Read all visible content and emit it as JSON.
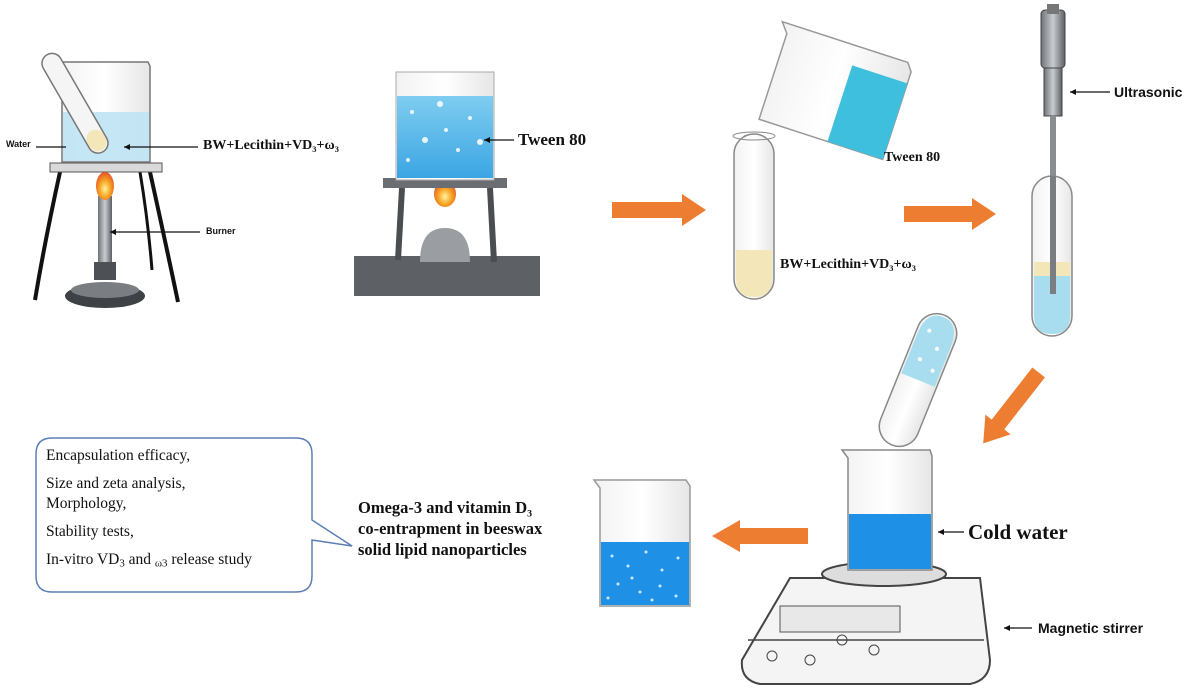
{
  "labels": {
    "water": "Water",
    "mixture_1": "BW+Lecithin+VD₃+ω₃",
    "burner": "Burner",
    "tween_1": "Tween 80",
    "tween_2": "Tween 80",
    "mixture_2": "BW+Lecithin+VD₃+ω₃",
    "ultrasonic": "Ultrasonic",
    "cold_water": "Cold water",
    "magnetic_stirrer": "Magnetic stirrer"
  },
  "result": {
    "line1": "Omega-3 and vitamin D₃",
    "line2": "co-entrapment in beeswax",
    "line3": "solid lipid nanoparticles"
  },
  "analyses": [
    "Encapsulation efficacy,",
    "Size and zeta analysis,",
    "Morphology,",
    "Stability tests,"
  ],
  "release": {
    "prefix": "In-vitro VD",
    "sub1": "3",
    "middle": " and ",
    "sub2": "ω3",
    "suffix": " release study"
  },
  "colors": {
    "arrow": "#ED7D31",
    "liquid_light": "#A8DCEF",
    "liquid_cyan": "#3FBFDE",
    "liquid_blue": "#1E90E6",
    "lipid": "#F3E6B8",
    "bubble_border": "#5B7FB5"
  }
}
